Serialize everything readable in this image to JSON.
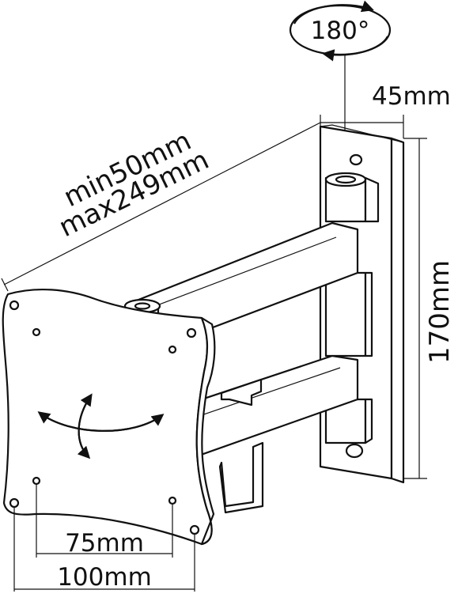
{
  "labels": {
    "rotation": "180°",
    "wall_offset": "45mm",
    "extension_min": "min50mm",
    "extension_max": "max249mm",
    "height": "170mm",
    "vesa_inner": "75mm",
    "vesa_outer": "100mm"
  },
  "colors": {
    "line": "#111111",
    "background": "#ffffff",
    "shade": "#e8e8e8"
  },
  "icons": {
    "rotation": "rotation-ellipse-icon",
    "tilt_swivel": "tilt-swivel-arrows-icon"
  }
}
